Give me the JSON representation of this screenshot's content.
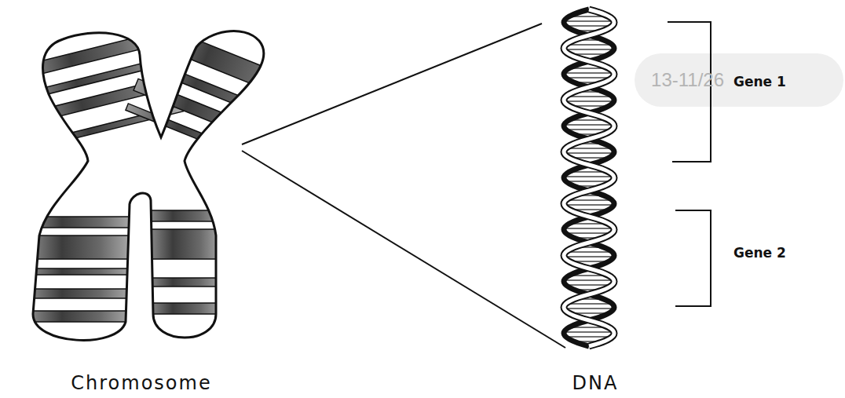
{
  "diagram": {
    "labels": [
      "13-11/26",
      "Gene 1",
      "Gene 2",
      "Chromosome",
      "DNA"
    ]
  }
}
